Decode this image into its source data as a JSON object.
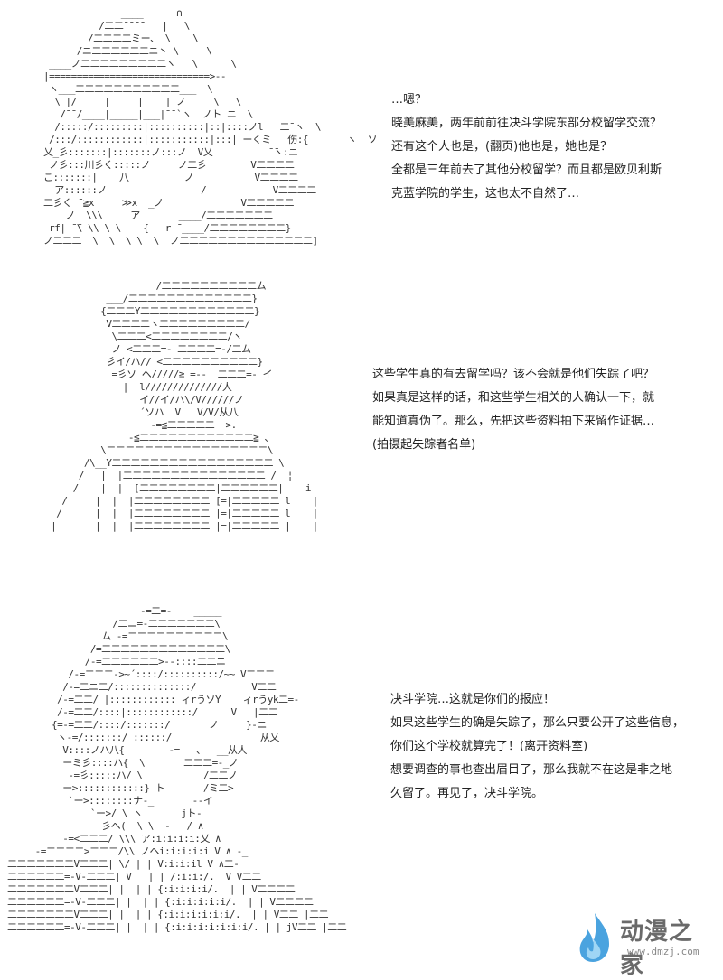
{
  "panels": [
    {
      "id": "panel-1",
      "lines": [
        "…嗯？",
        "晓美麻美，两年前前往决斗学院东部分校留学交流？",
        "  还有这个人也是，(翻页)他也是，她也是？",
        "  全都是三年前去了其他分校留学？而且都是欧贝利斯",
        "   克蓝学院的学生，这也太不自然了…"
      ]
    },
    {
      "id": "panel-2",
      "lines": [
        "这些学生真的有去留学吗？该不会就是他们失踪了吧？",
        "如果真是这样的话，和这些学生相关的人确认一下，就",
        "  能知道真伪了。那么，先把这些资料拍下来留作证据…",
        "",
        "(拍摄起失踪者名单)"
      ]
    },
    {
      "id": "panel-3",
      "lines": [
        "决斗学院…这就是你们的报应！",
        "",
        "如果这些学生的确是失踪了，那么只要公开了这些信息，",
        "你们这个学校就算完了！(离开资料室)",
        "",
        "想要调查的事也查出眉目了，那么我就不在这是非之地",
        "  久留了。再见了，决斗学院。"
      ]
    }
  ],
  "watermark": {
    "name_cn": "动漫之家",
    "url": "www.dmzj.com",
    "accent_color": "#4aa3df"
  }
}
